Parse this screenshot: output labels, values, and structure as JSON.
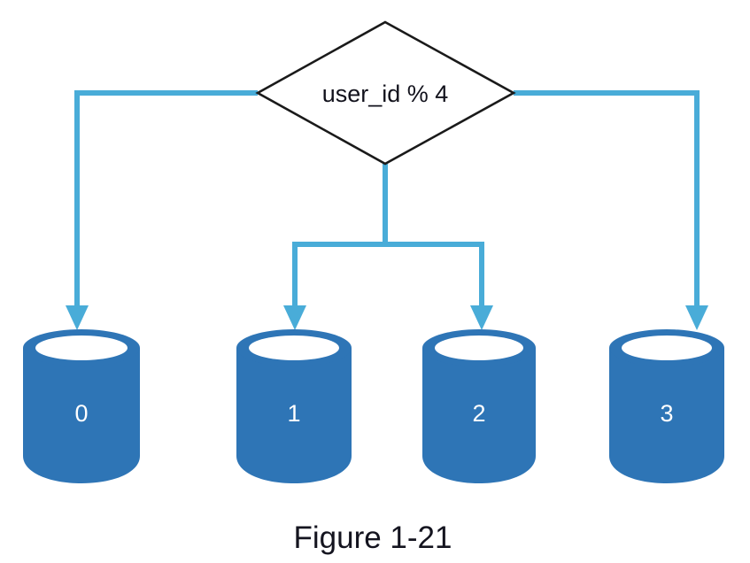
{
  "figure": {
    "caption": "Figure 1-21",
    "decision": {
      "label": "user_id % 4",
      "shape": "diamond",
      "stroke_color": "#1a1a1a",
      "fill_color": "#ffffff"
    },
    "connector": {
      "color": "#49acd8",
      "width": 6,
      "arrowhead": "triangle-down",
      "icon_name": "arrow-down-icon"
    },
    "shards": [
      {
        "label": "0",
        "icon_name": "database-cylinder-icon",
        "fill_color": "#2e75b6"
      },
      {
        "label": "1",
        "icon_name": "database-cylinder-icon",
        "fill_color": "#2e75b6"
      },
      {
        "label": "2",
        "icon_name": "database-cylinder-icon",
        "fill_color": "#2e75b6"
      },
      {
        "label": "3",
        "icon_name": "database-cylinder-icon",
        "fill_color": "#2e75b6"
      }
    ],
    "colors": {
      "cylinder_fill": "#2e75b6",
      "cylinder_top_hole": "#ffffff",
      "connector_blue": "#49acd8",
      "diamond_stroke": "#1a1a1a",
      "caption_text": "#14141f",
      "background": "#ffffff"
    }
  }
}
